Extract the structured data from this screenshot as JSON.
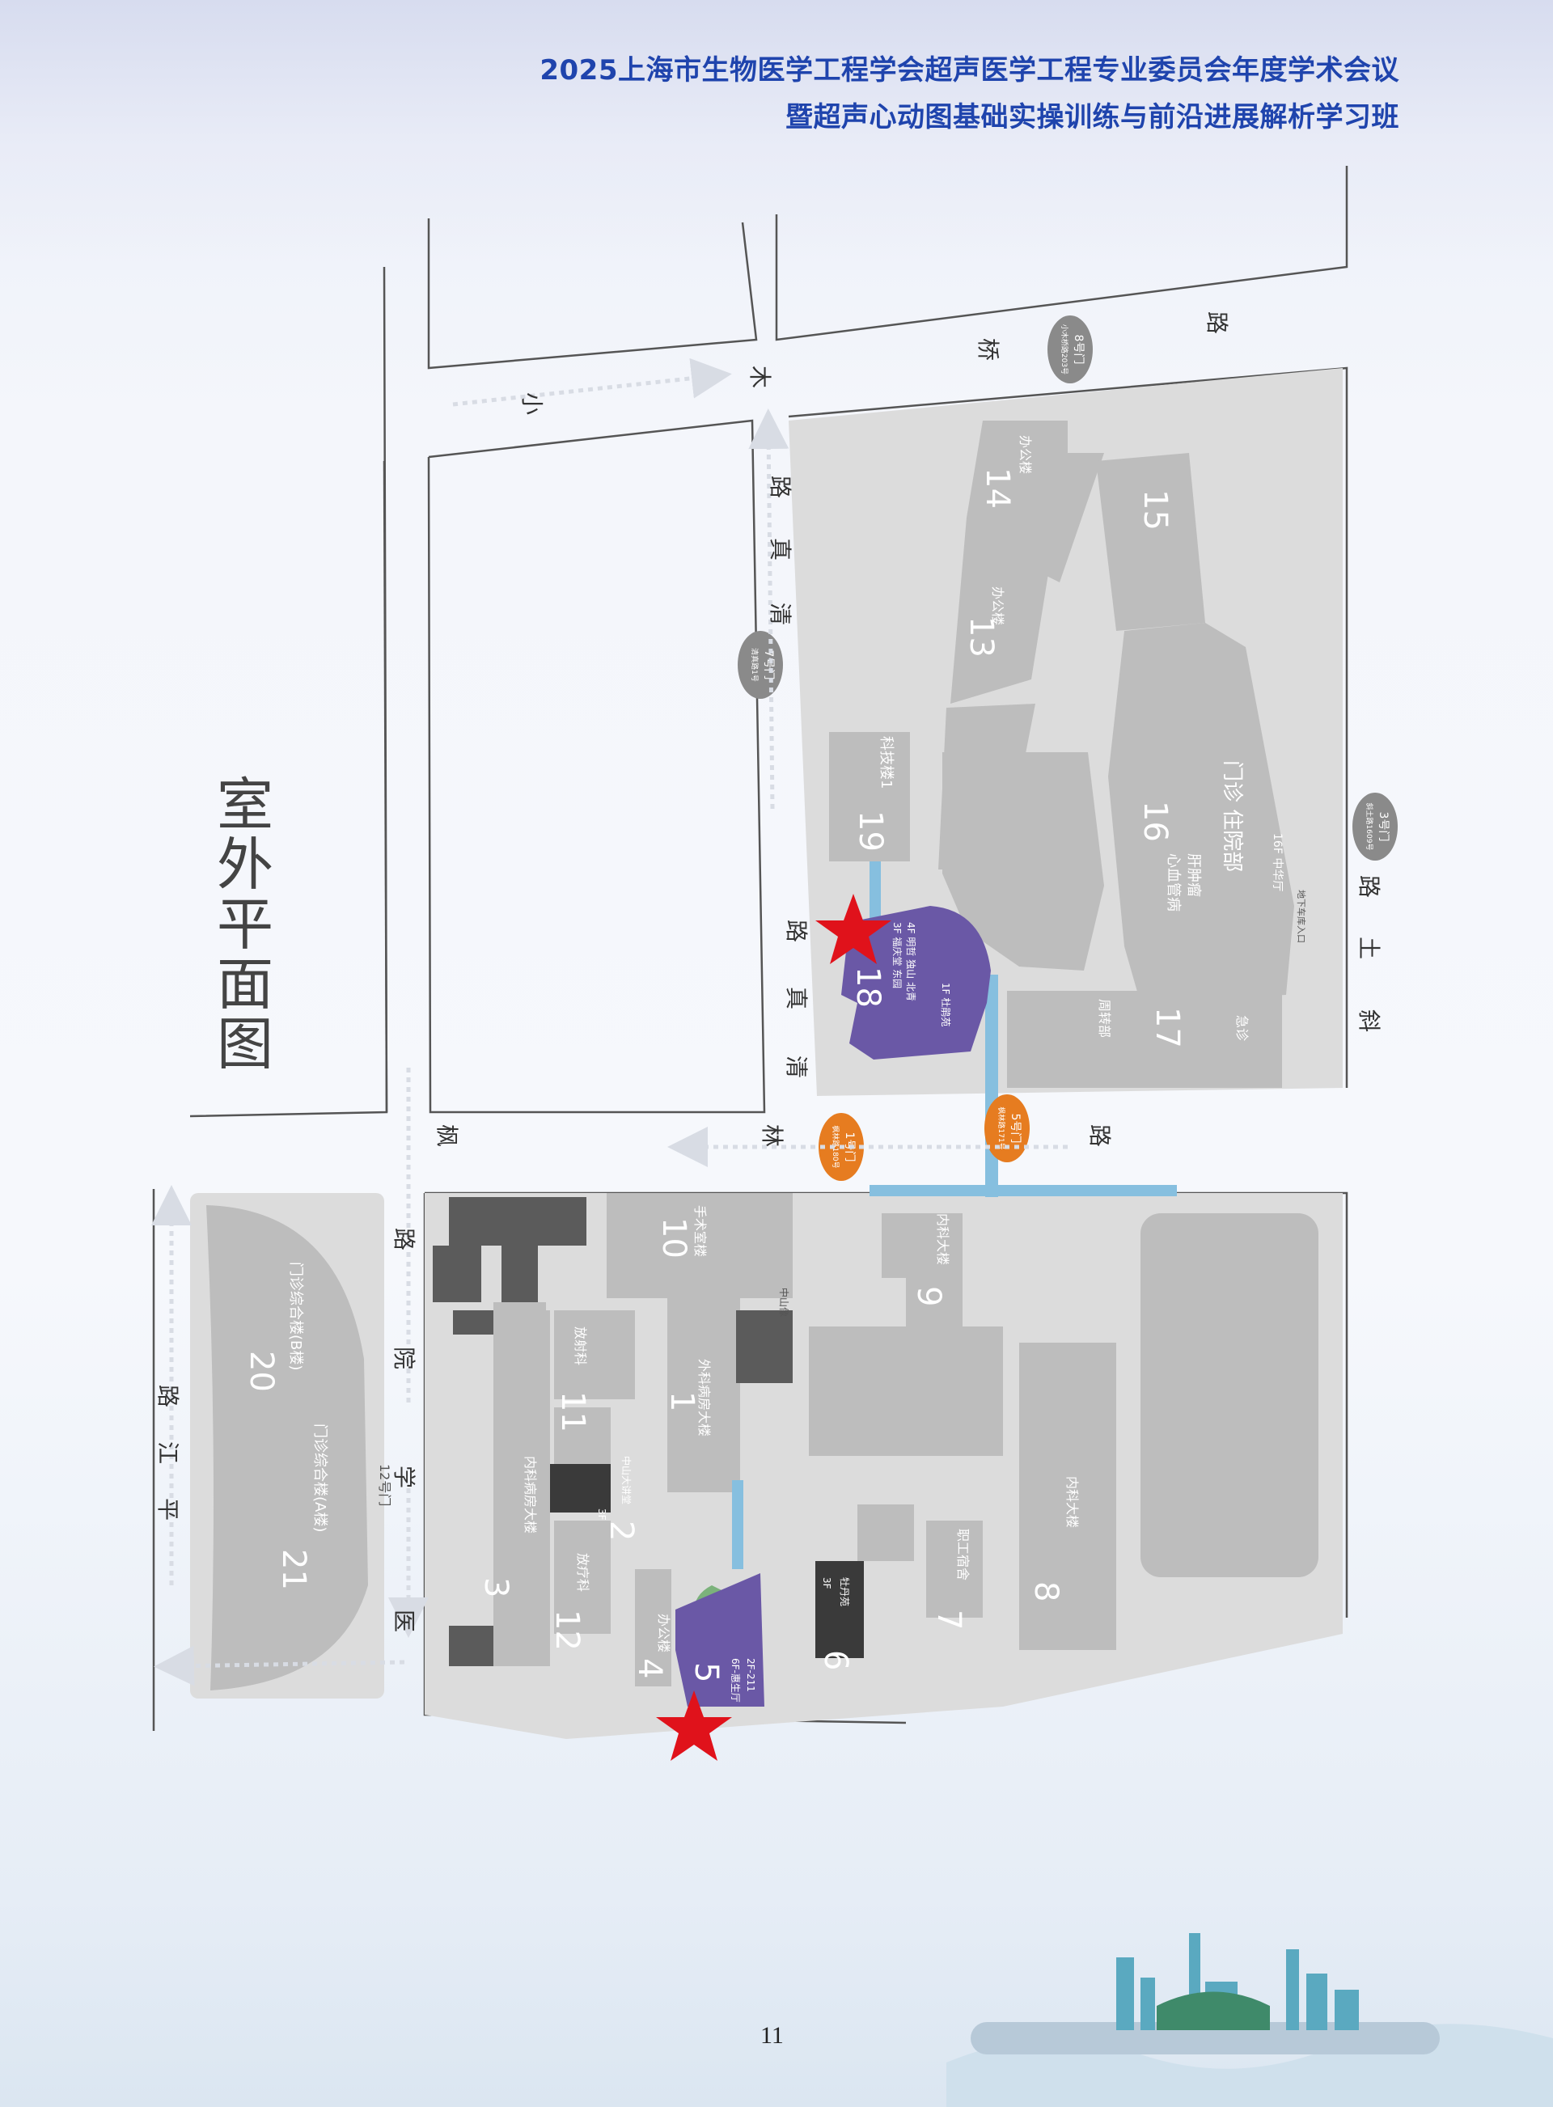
{
  "header": {
    "line1": "2025上海市生物医学工程学会超声医学工程专业委员会年度学术会议",
    "line2": "暨超声心动图基础实操训练与前沿进展解析学习班"
  },
  "map": {
    "title": "室外平面图",
    "roads": {
      "xiaomuqiao": [
        "小",
        "木",
        "桥",
        "路"
      ],
      "qingzhen_upper": [
        "路",
        "真",
        "清"
      ],
      "qingzhen_lower": [
        "路",
        "真",
        "清"
      ],
      "fenglin": [
        "枫",
        "林",
        "路"
      ],
      "xietu": [
        "路",
        "土",
        "斜"
      ],
      "yixueyuan": [
        "路",
        "院",
        "学",
        "医"
      ],
      "pingjiang": [
        "路",
        "江",
        "平"
      ]
    },
    "gates": {
      "g1": {
        "label": "1号门",
        "sub": "枫林路180号"
      },
      "g3": {
        "label": "3号门",
        "sub": "斜土路1609号"
      },
      "g5": {
        "label": "5号门",
        "sub": "枫林路171号"
      },
      "g7": {
        "label": "7号门",
        "sub": "清真路1号"
      },
      "g8": {
        "label": "8号门",
        "sub": "小木桥路203号"
      },
      "g12": {
        "label": "12号门"
      }
    },
    "buildings": [
      {
        "num": "1",
        "name": "外科病房大楼"
      },
      {
        "num": "2",
        "floor": "3F",
        "name": "中山大讲堂"
      },
      {
        "num": "3",
        "name": "内科病房大楼"
      },
      {
        "num": "4",
        "name": "办公楼"
      },
      {
        "num": "5",
        "floors": [
          "6F-惠生厅",
          "2F-211"
        ]
      },
      {
        "num": "6",
        "floor": "3F",
        "name": "牡丹苑"
      },
      {
        "num": "7",
        "name": "职工宿舍"
      },
      {
        "num": "8",
        "name": "内科大楼"
      },
      {
        "num": "9",
        "name": "内科大楼"
      },
      {
        "num": "10",
        "name": "手术室楼"
      },
      {
        "num": "11",
        "name": "放射科"
      },
      {
        "num": "12",
        "name": "放疗科"
      },
      {
        "num": "13",
        "name": "办公楼"
      },
      {
        "num": "14",
        "name": "办公楼"
      },
      {
        "num": "15"
      },
      {
        "num": "16",
        "name": "门诊 住院部",
        "sub": [
          "心血管病",
          "肝肿瘤"
        ],
        "hall": "16F 中华厅"
      },
      {
        "num": "17",
        "name": "急诊",
        "sub2": "周转部"
      },
      {
        "num": "18",
        "floors": [
          "3F 福庆堂 东园",
          "4F 明哲 独山 北青"
        ],
        "cafe": "1F 杜鹃苑"
      },
      {
        "num": "19",
        "name": "科技楼1"
      },
      {
        "num": "20",
        "name": "门诊综合楼(B楼)"
      },
      {
        "num": "21",
        "name": "门诊综合楼(A楼)"
      }
    ],
    "statue": "中山像",
    "parking": "地下车库入口"
  },
  "page_number": "11",
  "colors": {
    "header_blue": "#1f44ad",
    "building_purple": "#6a58a6",
    "gate_orange": "#e67c20",
    "walkway_blue": "#86bfdf",
    "star_red": "#e0121b"
  }
}
